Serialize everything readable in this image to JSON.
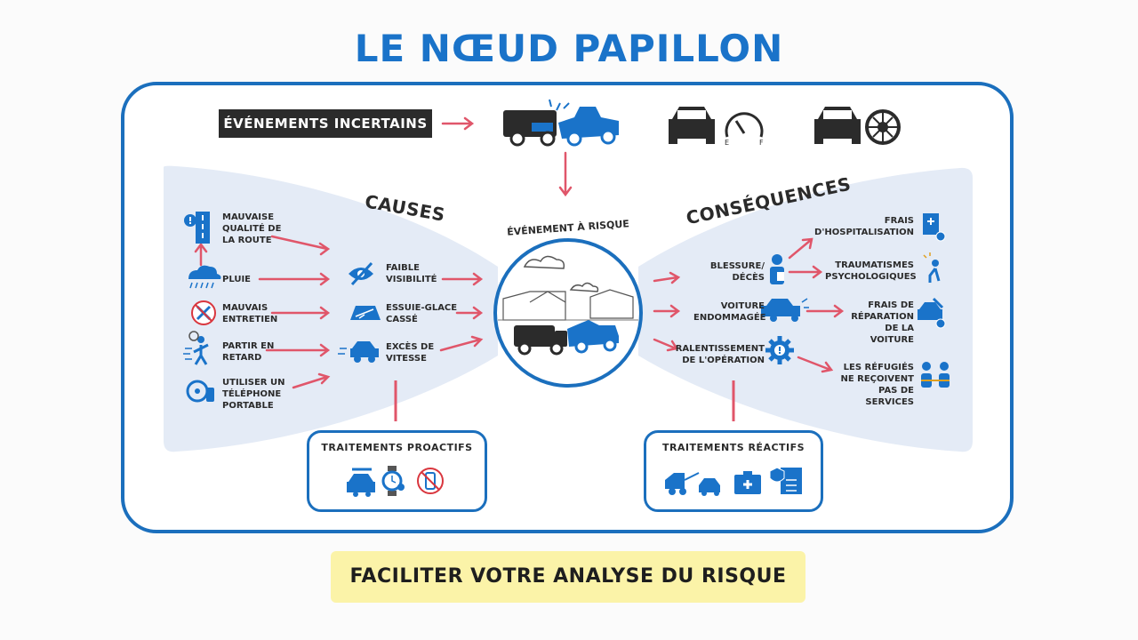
{
  "title": "LE NŒUD PAPILLON",
  "evenements_incertains": "ÉVÉNEMENTS INCERTAINS",
  "causes_heading": "CAUSES",
  "consequences_heading": "CONSÉQUENCES",
  "risk_event_label": "ÉVÉNEMENT À RISQUE",
  "gauge_letters": {
    "e": "E",
    "f": "F"
  },
  "causes": [
    {
      "label": "MAUVAISE QUALITÉ DE LA ROUTE",
      "icon": "road-warning-icon"
    },
    {
      "label": "PLUIE",
      "icon": "rain-cloud-icon"
    },
    {
      "label": "MAUVAIS ENTRETIEN",
      "icon": "no-tools-icon"
    },
    {
      "label": "PARTIR EN RETARD",
      "icon": "running-late-icon"
    },
    {
      "label": "UTILISER UN TÉLÉPHONE PORTABLE",
      "icon": "phone-driving-icon"
    }
  ],
  "intermediate_causes": [
    {
      "label": "FAIBLE VISIBILITÉ",
      "icon": "low-visibility-icon"
    },
    {
      "label": "ESSUIE-GLACE CASSÉ",
      "icon": "broken-wiper-icon"
    },
    {
      "label": "EXCÈS DE VITESSE",
      "icon": "speeding-car-icon"
    }
  ],
  "consequences": [
    {
      "label": "BLESSURE/ DÉCÈS",
      "icon": "injured-person-icon"
    },
    {
      "label": "VOITURE ENDOMMAGÉE",
      "icon": "damaged-vehicle-icon"
    },
    {
      "label": "RALENTISSEMENT DE L'OPÉRATION",
      "icon": "gear-warning-icon"
    }
  ],
  "final_consequences": [
    {
      "label": "FRAIS D'HOSPITALISATION",
      "icon": "medical-bill-icon"
    },
    {
      "label": "TRAUMATISMES PSYCHOLOGIQUES",
      "icon": "trauma-icon"
    },
    {
      "label": "FRAIS DE RÉPARATION DE LA VOITURE",
      "icon": "repair-cost-icon"
    },
    {
      "label": "LES RÉFUGIÉS NE REÇOIVENT PAS DE SERVICES",
      "icon": "refugees-icon"
    }
  ],
  "treatments_proactive": {
    "title": "TRAITEMENTS PROACTIFS",
    "icons": [
      "car-maintenance-icon",
      "watch-icon",
      "no-phone-icon"
    ]
  },
  "treatments_reactive": {
    "title": "TRAITEMENTS RÉACTIFS",
    "icons": [
      "tow-truck-icon",
      "first-aid-kit-icon",
      "insurance-document-icon"
    ]
  },
  "footer": "FACILITER VOTRE ANALYSE DU RISQUE",
  "colors": {
    "blue": "#1b6fbd",
    "light_blue": "#1a73c9",
    "arrow_pink": "#e0566a",
    "bow_fill": "#e4ebf6",
    "dark": "#2b2b2b",
    "footer_bg": "#fbf3a8",
    "red": "#d9363e"
  }
}
